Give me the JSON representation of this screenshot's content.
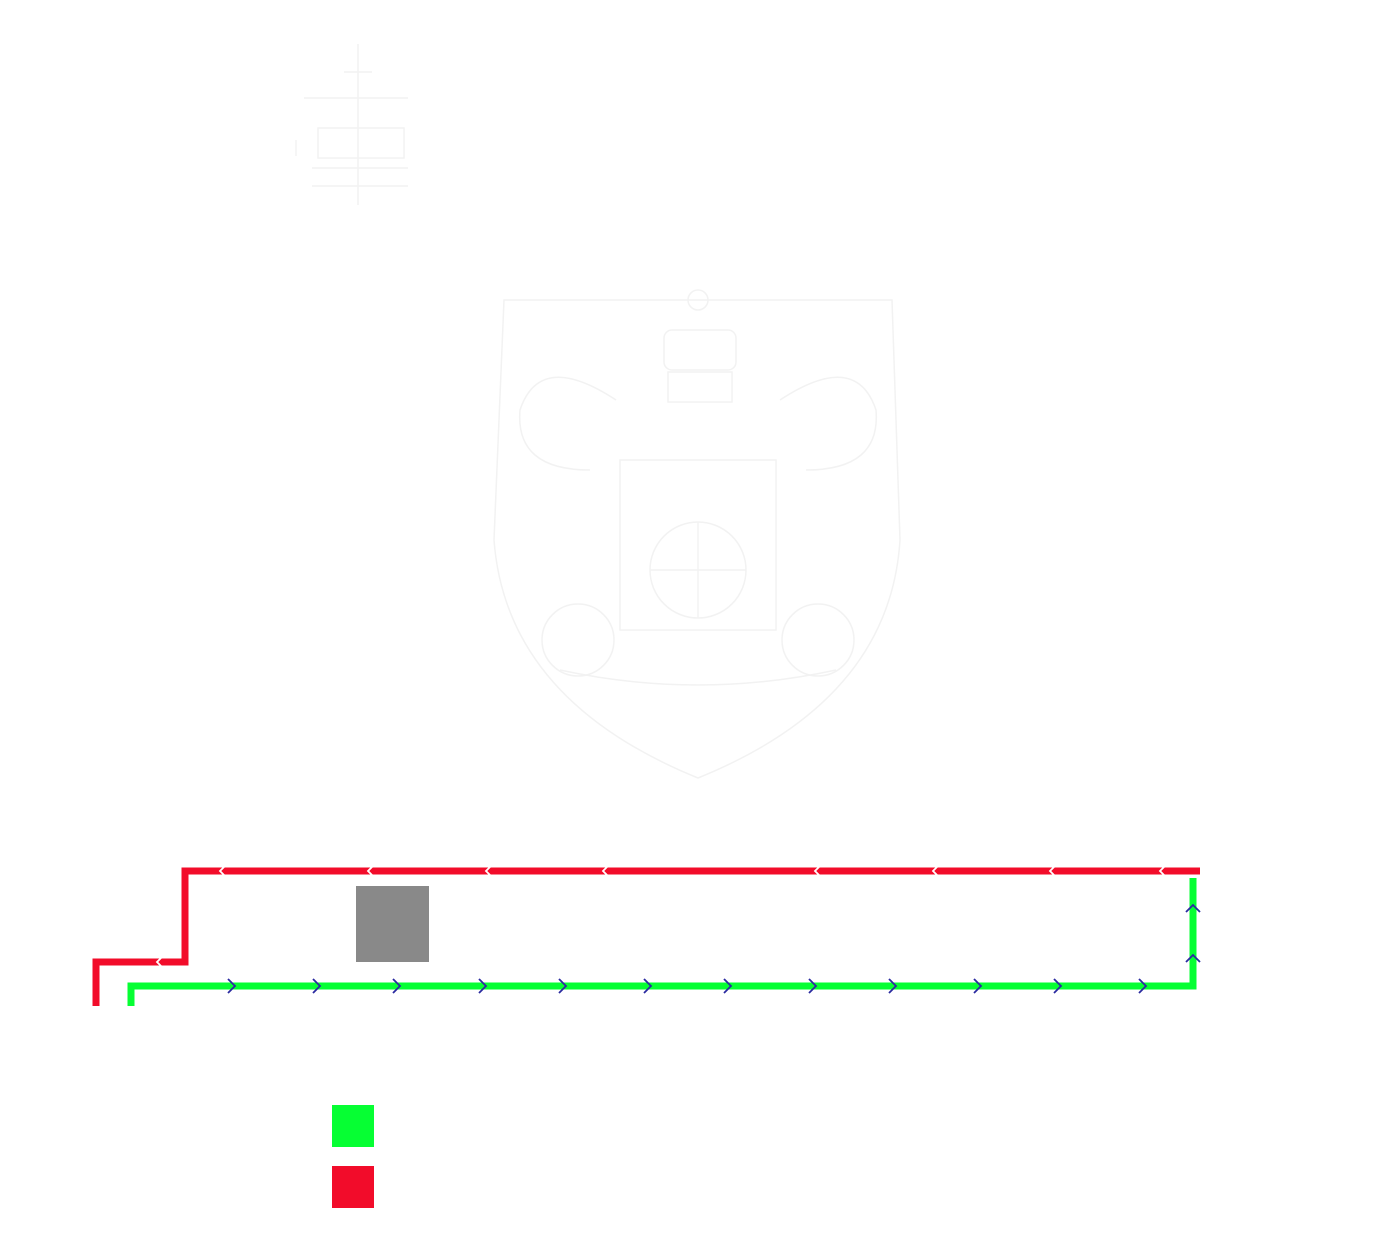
{
  "map": {
    "background": "#ffffff",
    "emblem_color": "#f2f2f2",
    "routes": [
      {
        "id": "route-green",
        "color": "#06ff33",
        "arrow_color": "#2a2aa0",
        "arrow_direction": "forward"
      },
      {
        "id": "route-red",
        "color": "#f20c2a",
        "arrow_color": "#ffffff",
        "arrow_direction": "reverse"
      }
    ],
    "marker": {
      "color": "#898989",
      "icon": "gray-square-marker"
    },
    "legend": {
      "entries": [
        {
          "route": "route-green",
          "color": "#06ff33",
          "label": ""
        },
        {
          "route": "route-red",
          "color": "#f20c2a",
          "label": ""
        }
      ]
    },
    "icons": [
      "cross-emblem-watermark",
      "coat-of-arms-watermark",
      "route-arrow-icon"
    ]
  }
}
